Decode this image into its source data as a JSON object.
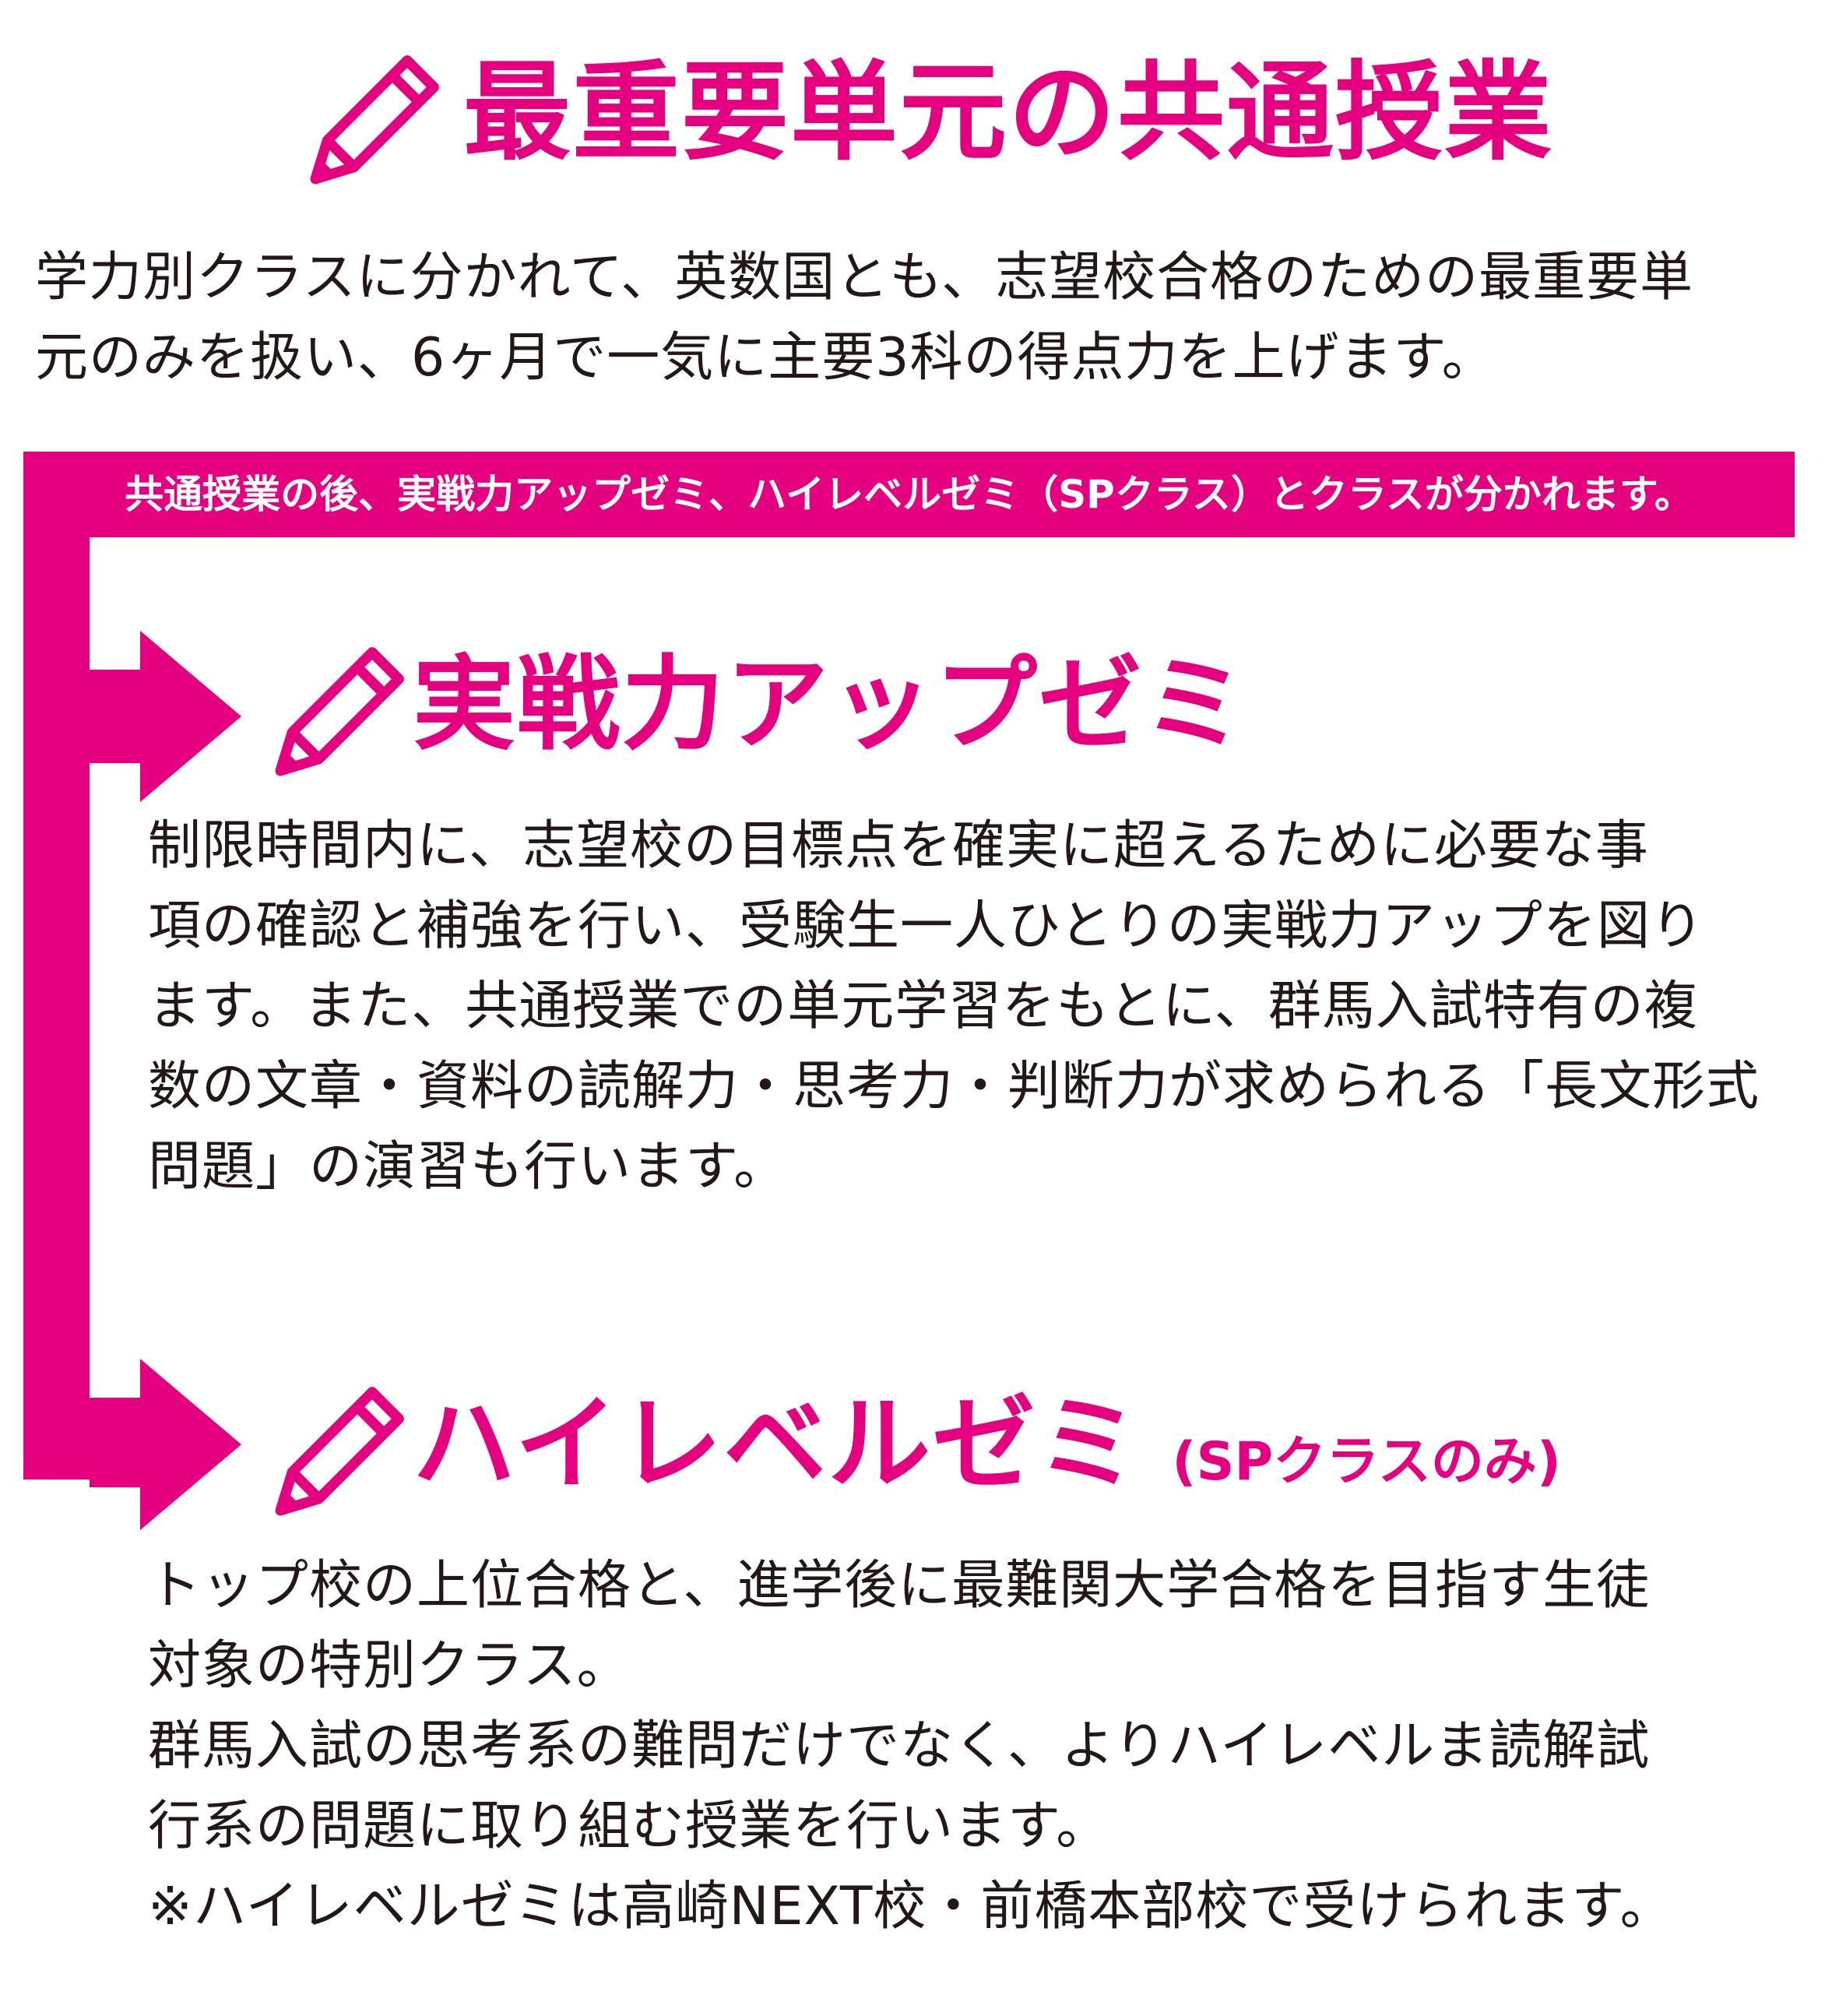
{
  "colors": {
    "accent": "#e4007f",
    "text": "#231815",
    "background": "#ffffff"
  },
  "icons": {
    "heading": "pencil-icon",
    "flow": "arrow-right-icon"
  },
  "main_section": {
    "title": "最重要単元の共通授業",
    "body": [
      "学力別クラスに分かれて、英数国とも、志望校合格のための最重要単",
      "元のみを扱い、6ヶ月で一気に主要3科の得点力を上げます。"
    ]
  },
  "banner": {
    "text": "共通授業の後、実戦力アップゼミ、ハイレベルゼミ（SPクラス）とクラスが分かれます。"
  },
  "jissen_section": {
    "title": "実戦力アップゼミ",
    "body": [
      "制限時間内に、志望校の目標点を確実に超えるために必要な事",
      "項の確認と補強を行い、受験生一人ひとりの実戦力アップを図り",
      "ます。また、共通授業での単元学習をもとに、群馬入試特有の複",
      "数の文章・資料の読解力・思考力・判断力が求められる「長文形式",
      "問題」の演習も行います。"
    ]
  },
  "high_section": {
    "title": "ハイレベルゼミ",
    "note": "(SPクラスのみ)",
    "body": [
      "トップ校の上位合格と、進学後に最難関大学合格を目指す生徒",
      "対象の特別クラス。",
      "群馬入試の思考系の難問だけでなく、よりハイレベルま読解試",
      "行系の問題に取り組む授業を行います。",
      "※ハイレベルゼミは高崎NEXT校・前橋本部校で受けられます。"
    ]
  }
}
